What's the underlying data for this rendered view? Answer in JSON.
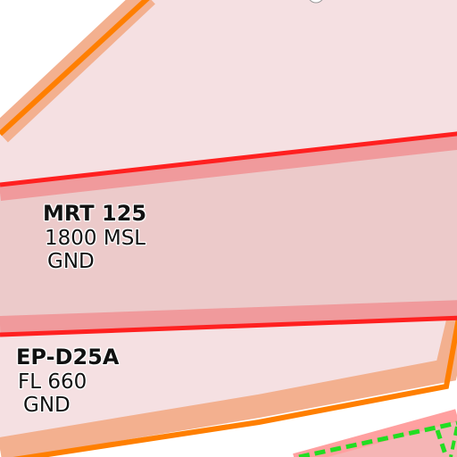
{
  "colors": {
    "danger_area_fill": "#f5e0e2",
    "danger_area_border": "#ff7f00",
    "danger_area_band": "#f3b08f",
    "mrt_fill": "#eccaca",
    "mrt_border": "#ff2020",
    "mrt_band": "#f09a9c",
    "restricted_fill": "#f5b5b5",
    "restricted_band": "#ffa0a0",
    "restricted_dash": "#22dd22"
  },
  "airspaces": [
    {
      "id": "mrt125",
      "name": "MRT 125",
      "upper": "1800 MSL",
      "lower": "GND"
    },
    {
      "id": "epd25a",
      "name": "EP-D25A",
      "upper": "FL 660",
      "lower": "GND"
    }
  ]
}
